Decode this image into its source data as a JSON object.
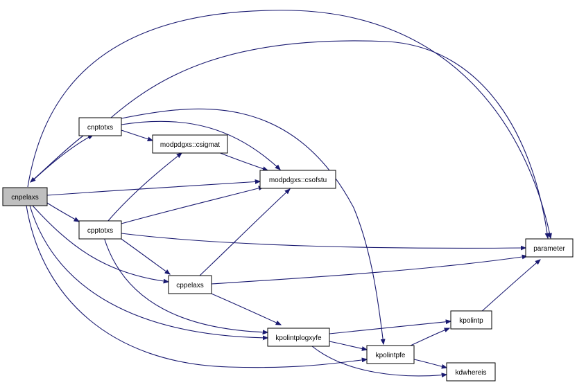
{
  "diagram": {
    "root_fill": "#bfbfbf",
    "node_fill": "#ffffff",
    "edge_color": "#191970",
    "nodes": {
      "cnpelaxs": {
        "label": "cnpelaxs"
      },
      "cnptotxs": {
        "label": "cnptotxs"
      },
      "csigmat": {
        "label": "modpdgxs::csigmat"
      },
      "csofstu": {
        "label": "modpdgxs::csofstu"
      },
      "cpptotxs": {
        "label": "cpptotxs"
      },
      "parameter": {
        "label": "parameter"
      },
      "cppelaxs": {
        "label": "cppelaxs"
      },
      "kpolintplogxyfe": {
        "label": "kpolintplogxyfe"
      },
      "kpolintp": {
        "label": "kpolintp"
      },
      "kpolintpfe": {
        "label": "kpolintpfe"
      },
      "kdwhereis": {
        "label": "kdwhereis"
      }
    },
    "edges": [
      {
        "from": "cnpelaxs",
        "to": "cnptotxs"
      },
      {
        "from": "cnptotxs",
        "to": "cnpelaxs"
      },
      {
        "from": "cnpelaxs",
        "to": "cpptotxs"
      },
      {
        "from": "cnpelaxs",
        "to": "csofstu"
      },
      {
        "from": "cnpelaxs",
        "to": "parameter"
      },
      {
        "from": "cnpelaxs",
        "to": "cppelaxs"
      },
      {
        "from": "cnpelaxs",
        "to": "kpolintplogxyfe"
      },
      {
        "from": "cnpelaxs",
        "to": "kpolintpfe"
      },
      {
        "from": "cnptotxs",
        "to": "csigmat"
      },
      {
        "from": "cnptotxs",
        "to": "csofstu"
      },
      {
        "from": "cnptotxs",
        "to": "parameter"
      },
      {
        "from": "cnptotxs",
        "to": "kpolintpfe"
      },
      {
        "from": "csigmat",
        "to": "csofstu"
      },
      {
        "from": "cpptotxs",
        "to": "csigmat"
      },
      {
        "from": "cpptotxs",
        "to": "csofstu"
      },
      {
        "from": "cpptotxs",
        "to": "parameter"
      },
      {
        "from": "cpptotxs",
        "to": "cppelaxs"
      },
      {
        "from": "cpptotxs",
        "to": "kpolintplogxyfe"
      },
      {
        "from": "cppelaxs",
        "to": "csofstu"
      },
      {
        "from": "cppelaxs",
        "to": "parameter"
      },
      {
        "from": "cppelaxs",
        "to": "kpolintplogxyfe"
      },
      {
        "from": "kpolintplogxyfe",
        "to": "kpolintp"
      },
      {
        "from": "kpolintplogxyfe",
        "to": "kpolintpfe"
      },
      {
        "from": "kpolintplogxyfe",
        "to": "kdwhereis"
      },
      {
        "from": "kpolintpfe",
        "to": "kpolintp"
      },
      {
        "from": "kpolintpfe",
        "to": "kdwhereis"
      },
      {
        "from": "kpolintp",
        "to": "parameter"
      }
    ]
  }
}
